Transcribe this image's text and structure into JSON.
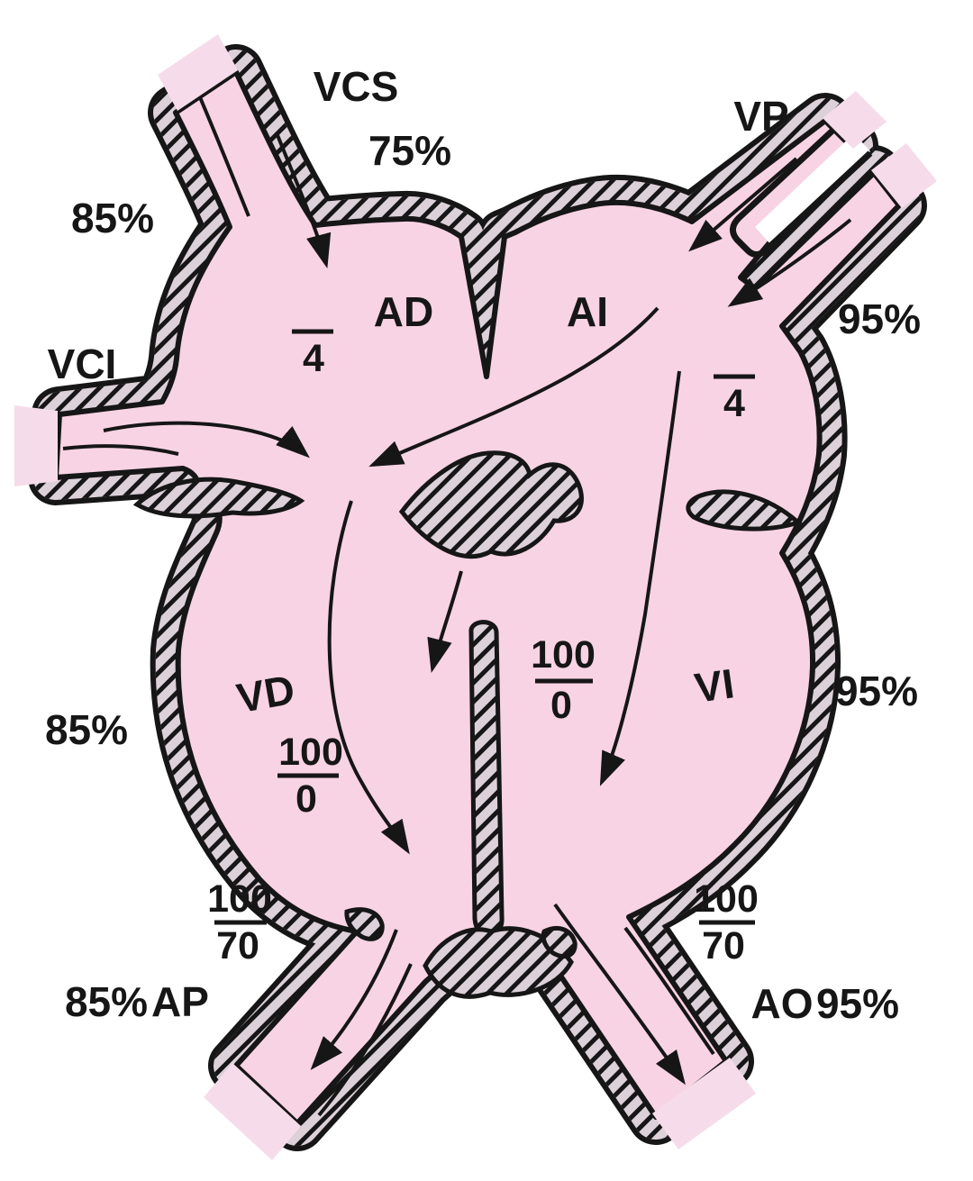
{
  "diagram": {
    "region_labels": {
      "vcs": "VCS",
      "vp": "VP",
      "vci": "VCI",
      "ad": "AD",
      "ai": "AI",
      "vd": "VD",
      "vi": "VI",
      "ap": "AP",
      "ao": "AO"
    },
    "saturations": {
      "vcs": "75%",
      "upper_left": "85%",
      "vp_right": "95%",
      "mid_left": "85%",
      "mid_right": "95%",
      "ap": "85%",
      "ao": "95%"
    },
    "pressures": {
      "ad_mean": "4",
      "ai_mean": "4",
      "vd": {
        "systolic": "100",
        "diastolic": "0"
      },
      "vi": {
        "systolic": "100",
        "diastolic": "0"
      },
      "ap": {
        "systolic": "100",
        "diastolic": "70"
      },
      "ao": {
        "systolic": "100",
        "diastolic": "70"
      }
    },
    "colors": {
      "lumen": "#f8d3e3",
      "wall": "#dcd0d9",
      "outline": "#161616",
      "stub": "#f6dcea",
      "background": "#ffffff"
    }
  }
}
